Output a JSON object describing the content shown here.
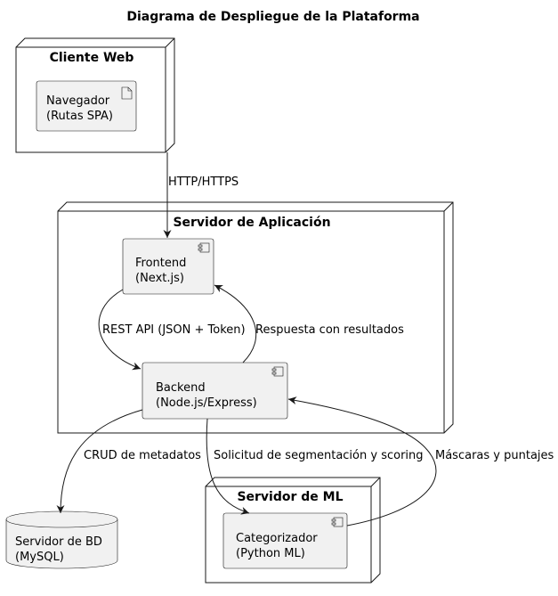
{
  "title": "Diagrama de Despliegue de la Plataforma",
  "nodes": {
    "web_client": "Cliente Web",
    "app_server": "Servidor de Aplicación",
    "ml_server": "Servidor de ML"
  },
  "components": {
    "browser": [
      "Navegador",
      "(Rutas SPA)"
    ],
    "frontend": [
      "Frontend",
      "(Next.js)"
    ],
    "backend": [
      "Backend",
      "(Node.js/Express)"
    ],
    "categorizer": [
      "Categorizador",
      "(Python ML)"
    ],
    "database": [
      "Servidor de BD",
      "(MySQL)"
    ]
  },
  "edges": {
    "http": "HTTP/HTTPS",
    "rest": "REST API (JSON + Token)",
    "response": "Respuesta con resultados",
    "crud": "CRUD de metadatos",
    "segment": "Solicitud de segmentación y scoring",
    "masks": "Máscaras y puntajes"
  }
}
